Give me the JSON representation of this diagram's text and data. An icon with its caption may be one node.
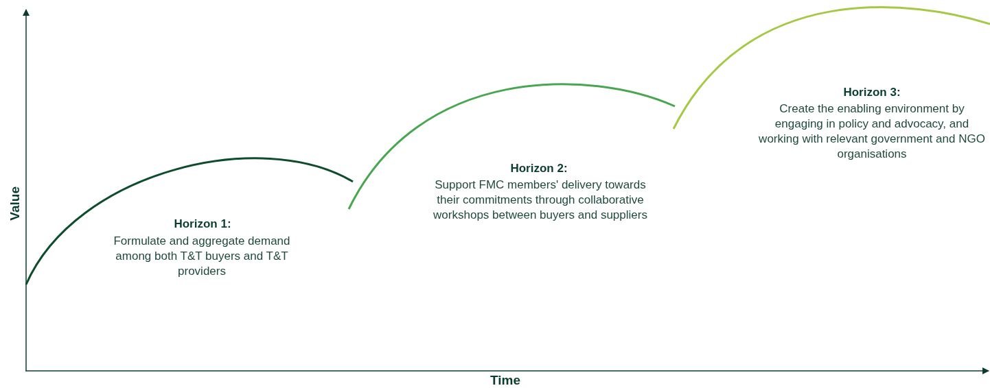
{
  "diagram": {
    "labels": [
      "Value",
      "Horizon 1:",
      "Formulate and aggregate demand among both T&T buyers and T&T providers",
      "Horizon 2:",
      "Support FMC members' delivery towards their commitments through collaborative workshops between buyers and suppliers",
      "Horizon 3:",
      "Create the enabling environment by engaging in policy and advocacy, and working with relevant government and NGO organisations",
      "Time"
    ]
  }
}
